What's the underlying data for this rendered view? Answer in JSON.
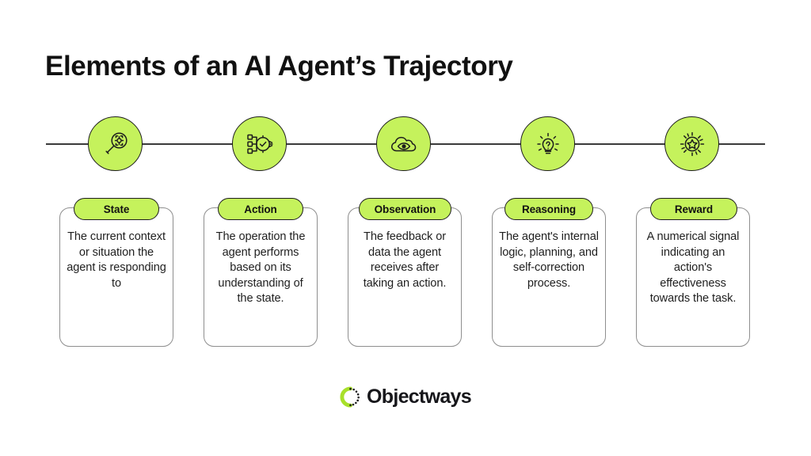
{
  "slide": {
    "title": "Elements of an AI Agent’s Trajectory",
    "background_color": "#ffffff",
    "accent_color": "#c5f25c",
    "ink_color": "#1d1d1d"
  },
  "timeline": {
    "nodes": [
      {
        "icon": "magnifier-target-icon",
        "label": "State"
      },
      {
        "icon": "process-check-nodes-icon",
        "label": "Action"
      },
      {
        "icon": "cloud-eye-icon",
        "label": "Observation"
      },
      {
        "icon": "lightbulb-question-icon",
        "label": "Reasoning"
      },
      {
        "icon": "star-burst-icon",
        "label": "Reward"
      }
    ]
  },
  "cards": [
    {
      "label": "State",
      "text": "The current context or situation the agent is responding to"
    },
    {
      "label": "Action",
      "text": "The operation the agent performs based on its understanding of the state."
    },
    {
      "label": "Observation",
      "text": "The feedback or data the agent receives after taking an action."
    },
    {
      "label": "Reasoning",
      "text": "The agent's internal logic, planning, and self-correction process."
    },
    {
      "label": "Reward",
      "text": "A numerical signal indicating an action's effectiveness towards the task."
    }
  ],
  "footer": {
    "logo_mark": "objectways-ring-icon",
    "brand": "Objectways"
  }
}
